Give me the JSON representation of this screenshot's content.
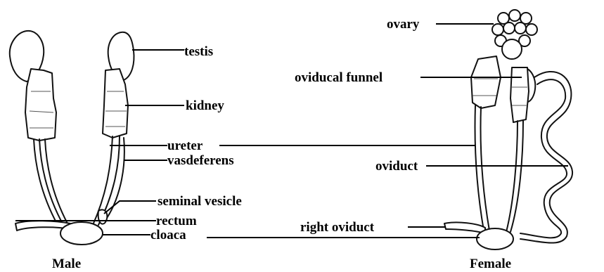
{
  "male": {
    "caption": "Male",
    "labels": {
      "testis": "testis",
      "kidney": "kidney",
      "ureter": "ureter",
      "vasdeferens": "vasdeferens",
      "seminal_vesicle": "seminal vesicle",
      "rectum": "rectum",
      "cloaca": "cloaca"
    }
  },
  "female": {
    "caption": "Female",
    "labels": {
      "ovary": "ovary",
      "oviducal_funnel": "oviducal funnel",
      "oviduct": "oviduct",
      "right_oviduct": "right oviduct"
    }
  }
}
